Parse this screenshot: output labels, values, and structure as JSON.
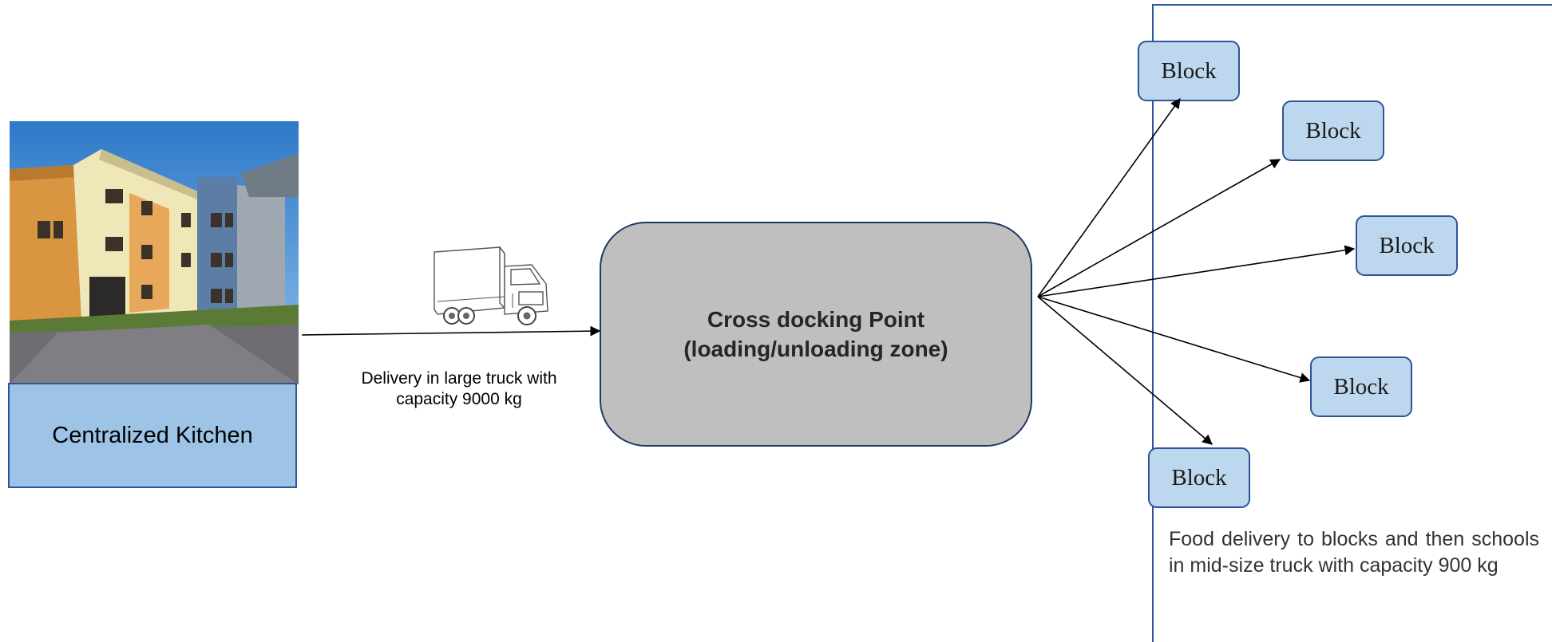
{
  "kitchen": {
    "label": "Centralized Kitchen"
  },
  "truck": {
    "caption": "Delivery in large truck with capacity 9000 kg"
  },
  "cross_dock": {
    "line1": "Cross docking Point",
    "line2": "(loading/unloading zone)"
  },
  "blocks": [
    {
      "label": "Block"
    },
    {
      "label": "Block"
    },
    {
      "label": "Block"
    },
    {
      "label": "Block"
    },
    {
      "label": "Block"
    }
  ],
  "region": {
    "caption": "Food delivery to blocks and then schools in mid-size truck with capacity 900 kg"
  },
  "colors": {
    "block_fill": "#bdd7ee",
    "kitchen_fill": "#9dc3e6",
    "border_blue": "#2e5597",
    "cross_dock_fill": "#bfbfbf"
  }
}
